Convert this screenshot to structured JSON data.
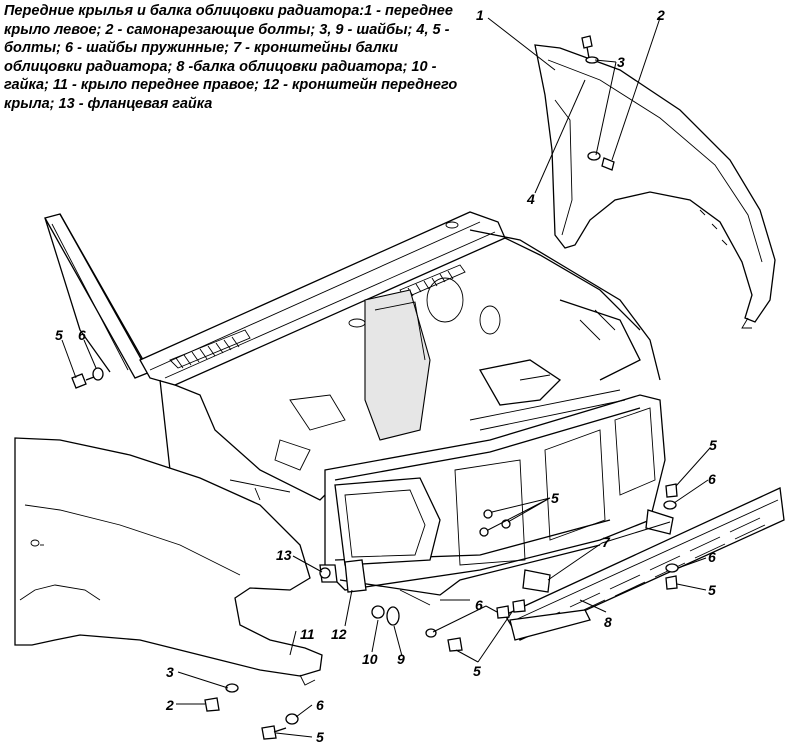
{
  "caption": "Передние крылья и балка облицовки радиатора:1 - переднее крыло левое; 2 - самонарезающие болты; 3, 9 - шайбы; 4, 5 - болты; 6 - шайбы пружинные; 7 - кронштейны балки облицовки радиатора; 8 -балка облицовки радиатора; 10 - гайка; 11 - крыло переднее правое; 12 - кронштейн переднего крыла; 13 - фланцевая гайка",
  "callouts": {
    "c1": "1",
    "c2_top": "2",
    "c3_top": "3",
    "c4": "4",
    "c5_left": "5",
    "c6_left": "6",
    "c5_right_upper": "5",
    "c6_right_upper": "6",
    "c5_center": "5",
    "c7": "7",
    "c6_right_lower": "6",
    "c5_right_lower": "5",
    "c13": "13",
    "c11": "11",
    "c12": "12",
    "c10": "10",
    "c9": "9",
    "c6_bottom_center": "6",
    "c5_bottom_center": "5",
    "c8": "8",
    "c3_bottom": "3",
    "c2_bottom": "2",
    "c6_bottom": "6",
    "c5_bottom": "5"
  }
}
